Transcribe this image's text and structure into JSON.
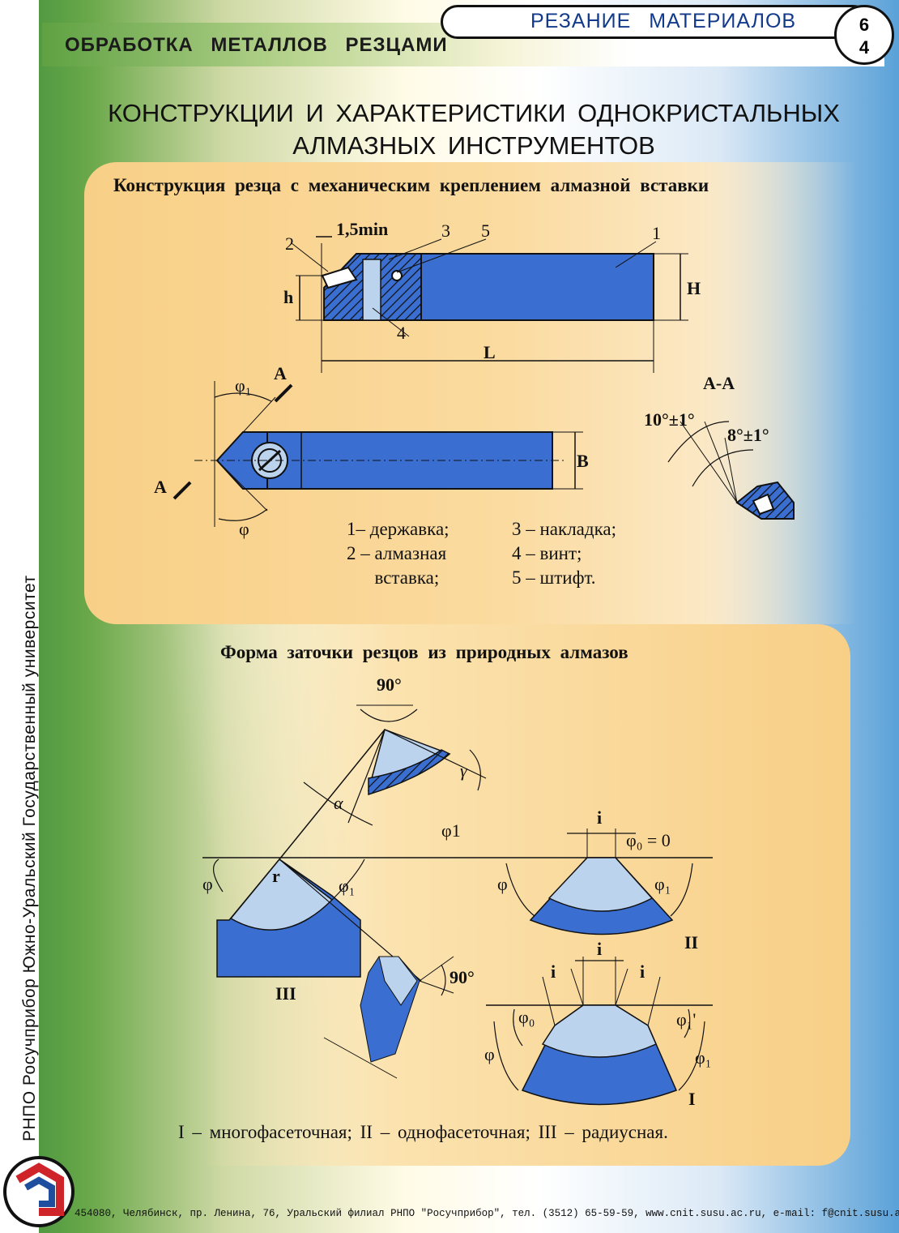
{
  "header": {
    "section": "ОБРАБОТКА МЕТАЛЛОВ РЕЗЦАМИ",
    "category": "РЕЗАНИЕ МАТЕРИАЛОВ",
    "page_top": "6",
    "page_bottom": "4"
  },
  "sidebar_text": "РНПО Росучприбор    Южно-Уральский Государственный университет",
  "title_line1": "КОНСТРУКЦИИ И ХАРАКТЕРИСТИКИ ОДНОКРИСТАЛЬНЫХ",
  "title_line2": "АЛМАЗНЫХ ИНСТРУМЕНТОВ",
  "section1": {
    "heading": "Конструкция резца с механическим креплением алмазной вставки",
    "dims": {
      "min": "1,5min",
      "h": "h",
      "H": "H",
      "L": "L",
      "B": "B"
    },
    "callouts": [
      "1",
      "2",
      "3",
      "4",
      "5"
    ],
    "section_label": "А-А",
    "cut_mark": "А",
    "angles": {
      "a1": "10°±1°",
      "a2": "8°±1°",
      "phi": "φ",
      "phi1": "φ₁"
    },
    "legend_col1": "1– державка;\n2 – алмазная\n      вставка;",
    "legend_col2": "3 – накладка;\n4 – винт;\n5 – штифт."
  },
  "section2": {
    "heading": "Форма заточки резцов из природных алмазов",
    "labels": {
      "deg90_top": "90°",
      "deg90_side": "90°",
      "gamma": "γ",
      "alpha": "α",
      "phi1_top": "φ1",
      "r": "r",
      "phi": "φ",
      "phi1": "φ₁",
      "i": "i",
      "phi0_eq": "φ₀ = 0",
      "phi0": "φ₀",
      "phi1_prime": "φ₁'",
      "III": "III",
      "II": "II",
      "I": "I"
    },
    "caption": "I – многофасеточная;  II –  однофасеточная;  III –  радиусная."
  },
  "footer": "454080, Челябинск, пр. Ленина, 76, Уральский филиал РНПО \"Росучприбор\", тел. (3512) 65-59-59, www.cnit.susu.ac.ru,  e-mail: f@cnit.susu.ac.ru",
  "colors": {
    "blue": "#3a6fd1",
    "light_blue": "#bcd3ee",
    "orange": "#f8cf86",
    "green": "#4f9a3e"
  }
}
